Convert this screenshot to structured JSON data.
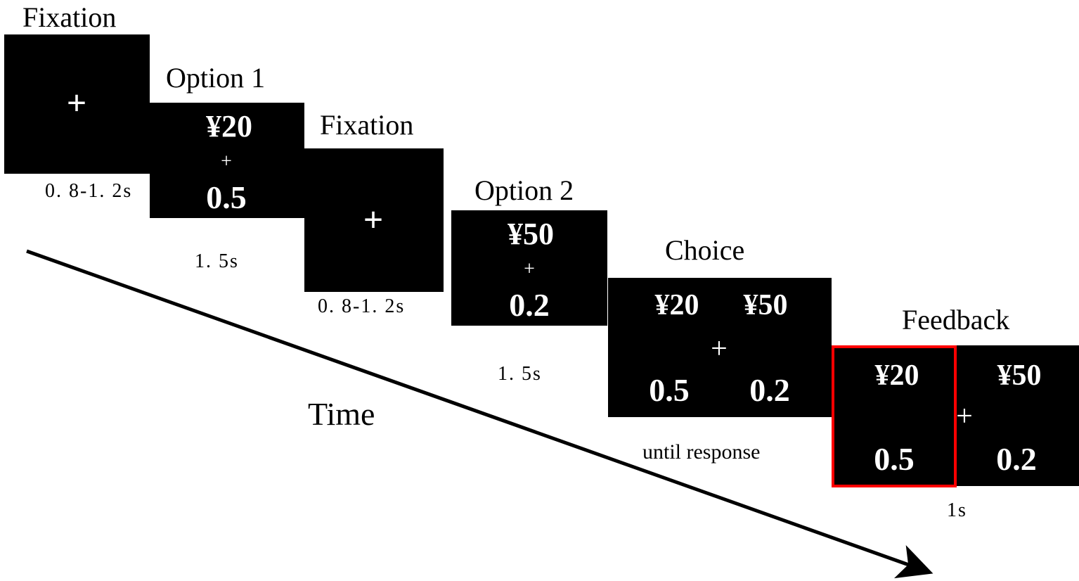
{
  "time_label": "Time",
  "highlight_color": "#ff0000",
  "stages": [
    {
      "label": "Fixation",
      "symbol": "+",
      "duration": "0. 8-1. 2s"
    },
    {
      "label": "Option 1",
      "amount": "¥20",
      "symbol": "+",
      "probability": "0.5",
      "duration": "1. 5s"
    },
    {
      "label": "Fixation",
      "symbol": "+",
      "duration": "0. 8-1. 2s"
    },
    {
      "label": "Option 2",
      "amount": "¥50",
      "symbol": "+",
      "probability": "0.2",
      "duration": "1. 5s"
    },
    {
      "label": "Choice",
      "symbol": "+",
      "duration": "until response",
      "left": {
        "amount": "¥20",
        "probability": "0.5"
      },
      "right": {
        "amount": "¥50",
        "probability": "0.2"
      }
    },
    {
      "label": "Feedback",
      "symbol": "+",
      "duration": "1s",
      "left": {
        "amount": "¥20",
        "probability": "0.5",
        "selected": true
      },
      "right": {
        "amount": "¥50",
        "probability": "0.2"
      }
    }
  ]
}
